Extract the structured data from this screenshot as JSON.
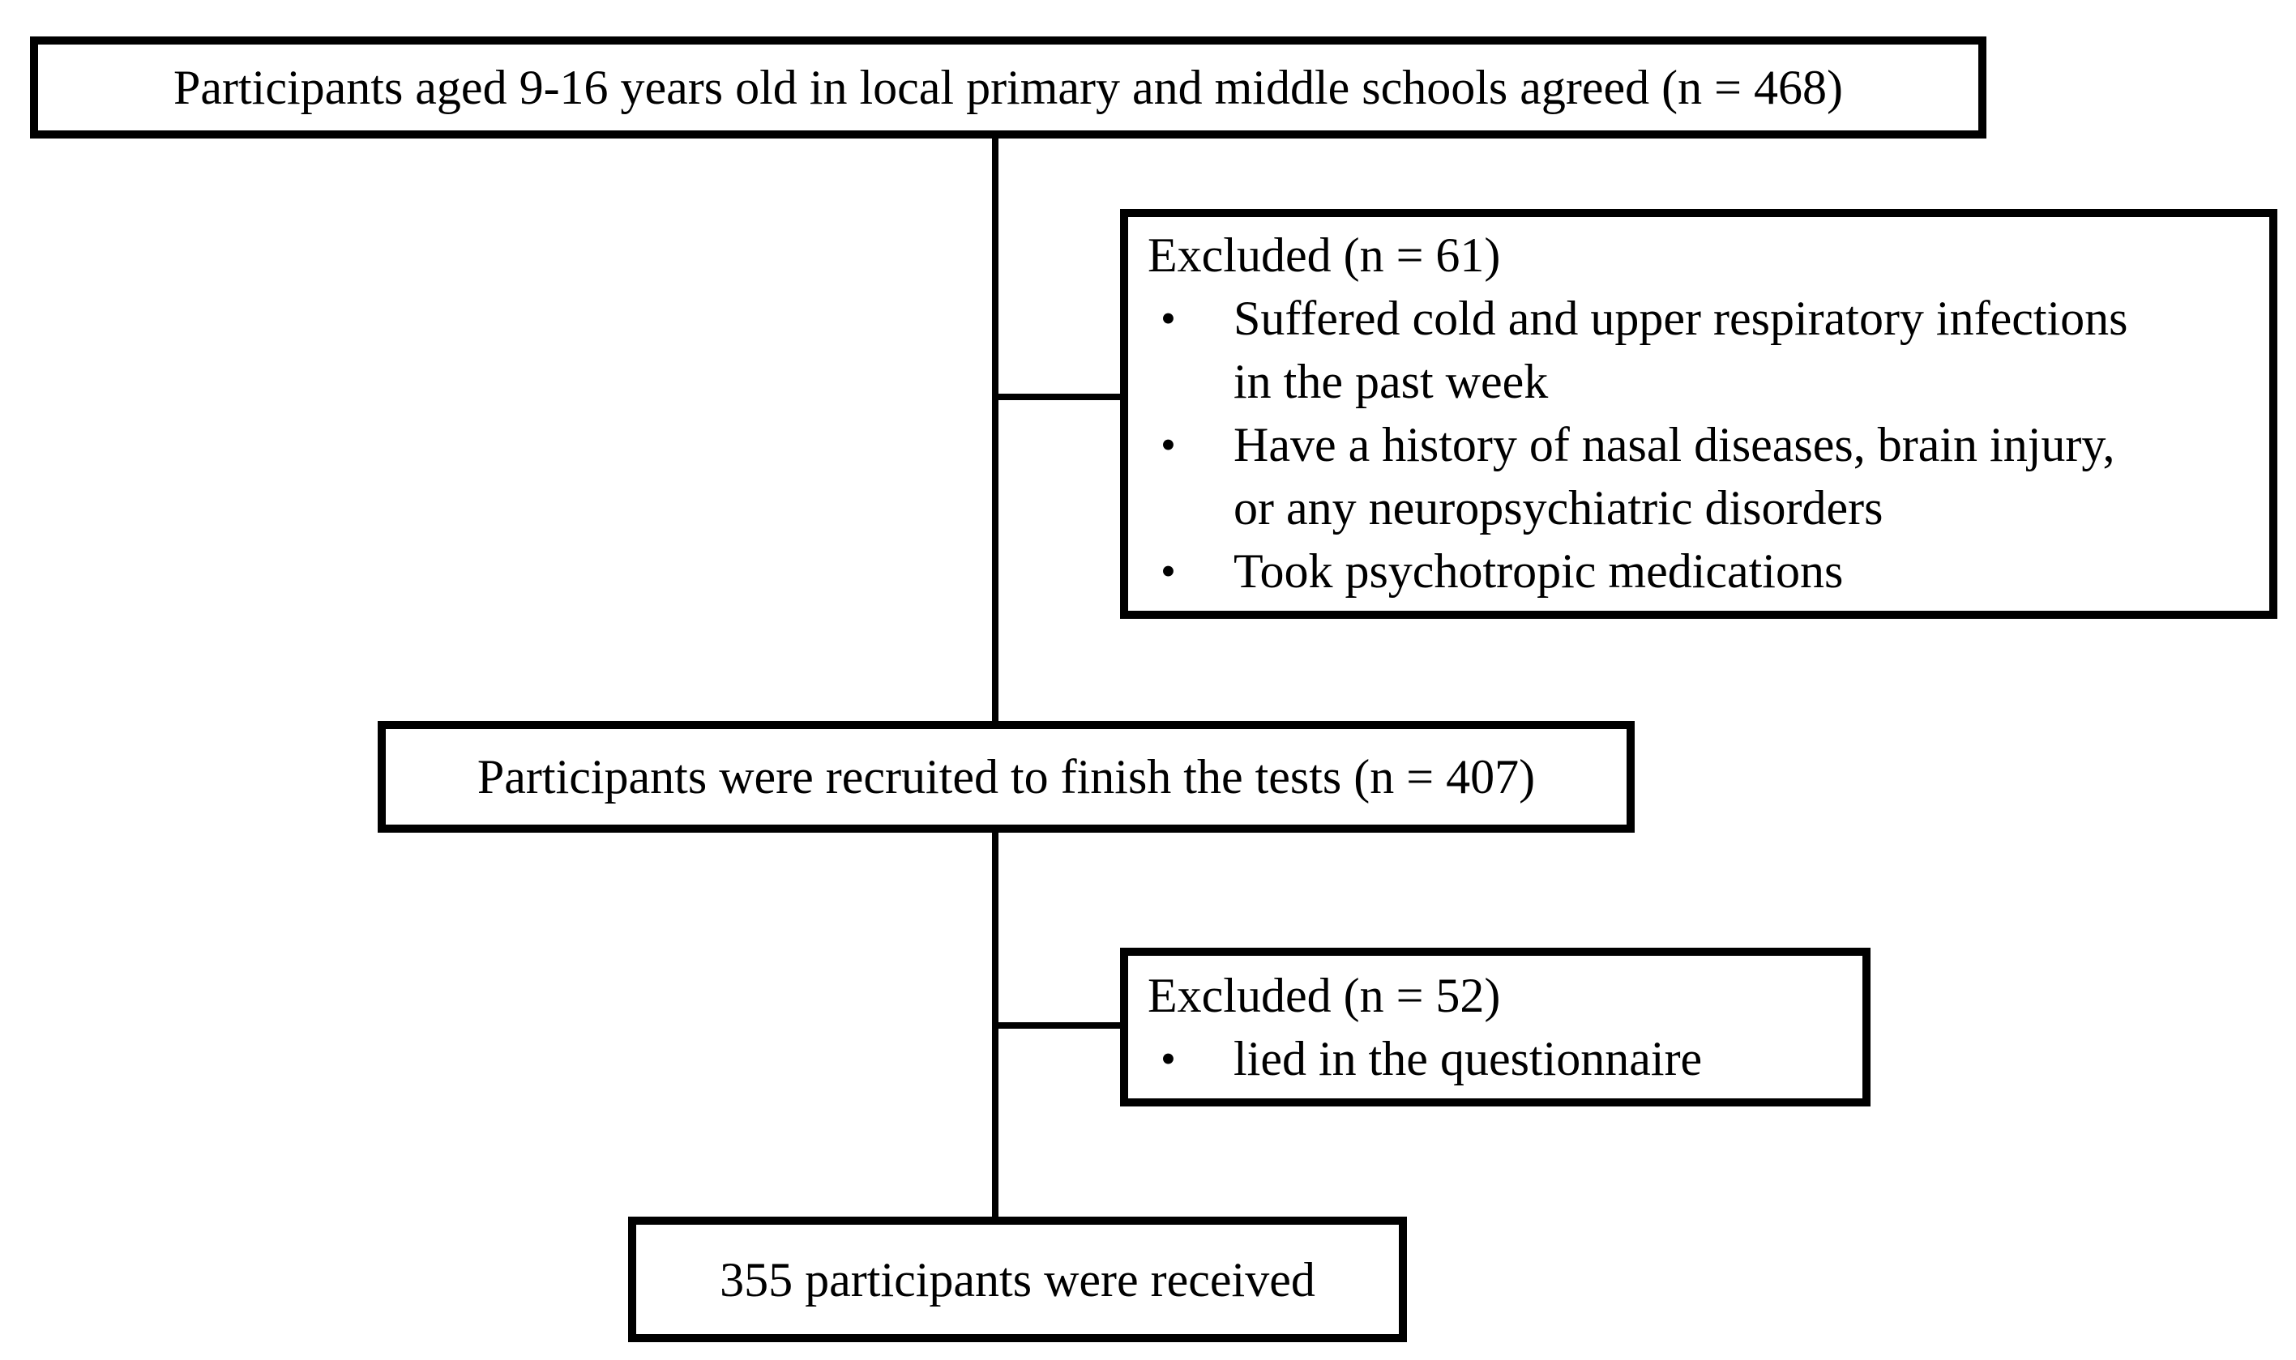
{
  "figure": {
    "type": "participant-flow-diagram",
    "background_color": "#ffffff",
    "stroke_color": "#000000",
    "bullet_glyph": "•",
    "nodes": {
      "agreed": {
        "text": "Participants aged 9-16 years old in local primary and middle schools agreed (n = 468)"
      },
      "excluded_first": {
        "title": "Excluded (n = 61)",
        "bullets": [
          "Suffered cold and upper respiratory infections\nin the past week",
          "Have a history of nasal diseases, brain injury,\nor any neuropsychiatric disorders",
          "Took psychotropic medications"
        ]
      },
      "recruited": {
        "text": "Participants were recruited to finish the tests (n = 407)"
      },
      "excluded_second": {
        "title": "Excluded (n = 52)",
        "bullets": [
          "lied in the questionnaire"
        ]
      },
      "received": {
        "text": "355 participants were received"
      }
    }
  }
}
